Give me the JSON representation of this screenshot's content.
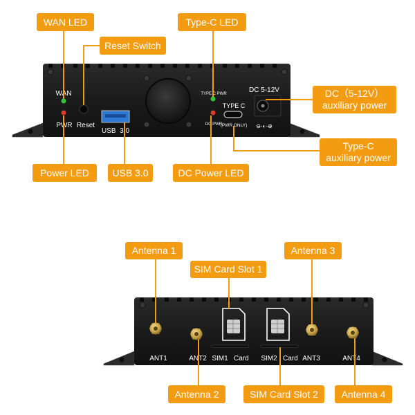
{
  "callouts": {
    "wan_led": "WAN LED",
    "reset_switch": "Reset Switch",
    "typec_led": "Type-C LED",
    "dc_aux_line1": "DC（5-12V）",
    "dc_aux_line2": "auxiliary power",
    "typec_aux_line1": "Type-C",
    "typec_aux_line2": "auxiliary power",
    "power_led": "Power LED",
    "usb30": "USB 3.0",
    "dc_power_led": "DC Power LED",
    "antenna1": "Antenna 1",
    "sim_slot1": "SIM Card Slot 1",
    "antenna3": "Antenna 3",
    "antenna2": "Antenna 2",
    "sim_slot2": "SIM Card Slot 2",
    "antenna4": "Antenna 4"
  },
  "front_panel": {
    "wan": "WAN",
    "pwr": "PWR",
    "reset": "Reset",
    "usb": "USB  3.0",
    "typec_pwr": "TYPE C PWR",
    "dc_pwr": "DC PWR",
    "typec": "TYPE C",
    "pwr_only": "(PWR ONLY)",
    "dc_label": "DC 5-12V",
    "polarity": "⊖-◐-⊕"
  },
  "back_panel": {
    "ant1": "ANT1",
    "ant2": "ANT2",
    "sim1": "SIM1   Card",
    "sim2": "SIM2   Card",
    "ant3": "ANT3",
    "ant4": "ANT4"
  },
  "colors": {
    "callout": "#f39c12",
    "device_body": "#1c1c1c",
    "led_green": "#36c83a",
    "led_red": "#e03a2a",
    "usb_blue": "#2f79d6",
    "connector_gold": "#c9a54a"
  }
}
